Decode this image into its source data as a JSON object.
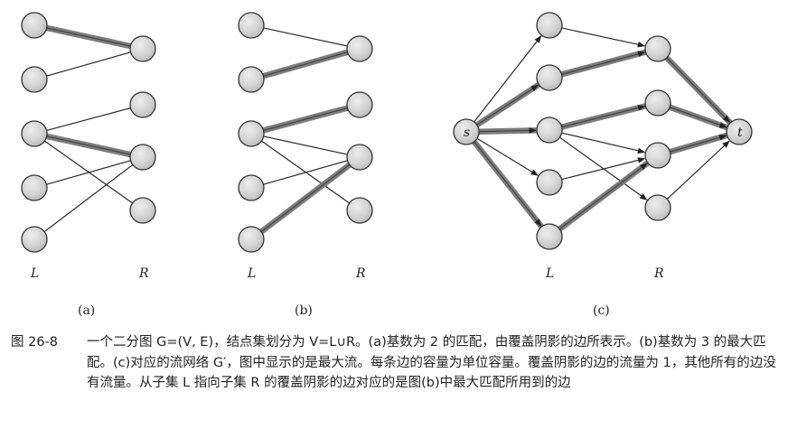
{
  "figure": {
    "panels": [
      {
        "id": "a",
        "sub_label": "(a)",
        "left_set_label": "L",
        "right_set_label": "R",
        "edges": [
          {
            "from": "L1",
            "to": "R1",
            "shaded": true
          },
          {
            "from": "L2",
            "to": "R1",
            "shaded": false
          },
          {
            "from": "L3",
            "to": "R2",
            "shaded": false
          },
          {
            "from": "L3",
            "to": "R3",
            "shaded": true
          },
          {
            "from": "L3",
            "to": "R4",
            "shaded": false
          },
          {
            "from": "L4",
            "to": "R3",
            "shaded": false
          },
          {
            "from": "L5",
            "to": "R3",
            "shaded": false
          }
        ]
      },
      {
        "id": "b",
        "sub_label": "(b)",
        "left_set_label": "L",
        "right_set_label": "R",
        "edges": [
          {
            "from": "L1",
            "to": "R1",
            "shaded": false
          },
          {
            "from": "L2",
            "to": "R1",
            "shaded": true
          },
          {
            "from": "L3",
            "to": "R2",
            "shaded": true
          },
          {
            "from": "L3",
            "to": "R3",
            "shaded": false
          },
          {
            "from": "L3",
            "to": "R4",
            "shaded": false
          },
          {
            "from": "L4",
            "to": "R3",
            "shaded": false
          },
          {
            "from": "L5",
            "to": "R3",
            "shaded": true
          }
        ]
      },
      {
        "id": "c",
        "sub_label": "(c)",
        "left_set_label": "L",
        "right_set_label": "R",
        "source_label": "s",
        "sink_label": "t",
        "edges": [
          {
            "from": "s",
            "to": "L1",
            "shaded": false
          },
          {
            "from": "s",
            "to": "L2",
            "shaded": true
          },
          {
            "from": "s",
            "to": "L3",
            "shaded": true
          },
          {
            "from": "s",
            "to": "L4",
            "shaded": false
          },
          {
            "from": "s",
            "to": "L5",
            "shaded": true
          },
          {
            "from": "L1",
            "to": "R1",
            "shaded": false
          },
          {
            "from": "L2",
            "to": "R1",
            "shaded": true
          },
          {
            "from": "L3",
            "to": "R2",
            "shaded": true
          },
          {
            "from": "L3",
            "to": "R3",
            "shaded": false
          },
          {
            "from": "L3",
            "to": "R4",
            "shaded": false
          },
          {
            "from": "L4",
            "to": "R3",
            "shaded": false
          },
          {
            "from": "L5",
            "to": "R3",
            "shaded": true
          },
          {
            "from": "R1",
            "to": "t",
            "shaded": true
          },
          {
            "from": "R2",
            "to": "t",
            "shaded": true
          },
          {
            "from": "R3",
            "to": "t",
            "shaded": true
          },
          {
            "from": "R4",
            "to": "t",
            "shaded": false
          }
        ]
      }
    ]
  },
  "caption": {
    "number": "图 26-8",
    "text": "一个二分图 G=(V, E)，结点集划分为 V=L∪R。(a)基数为 2 的匹配，由覆盖阴影的边所表示。(b)基数为 3 的最大匹配。(c)对应的流网络 G′，图中显示的是最大流。每条边的容量为单位容量。覆盖阴影的边的流量为 1，其他所有的边没有流量。从子集 L 指向子集 R 的覆盖阴影的边对应的是图(b)中最大匹配所用到的边"
  }
}
